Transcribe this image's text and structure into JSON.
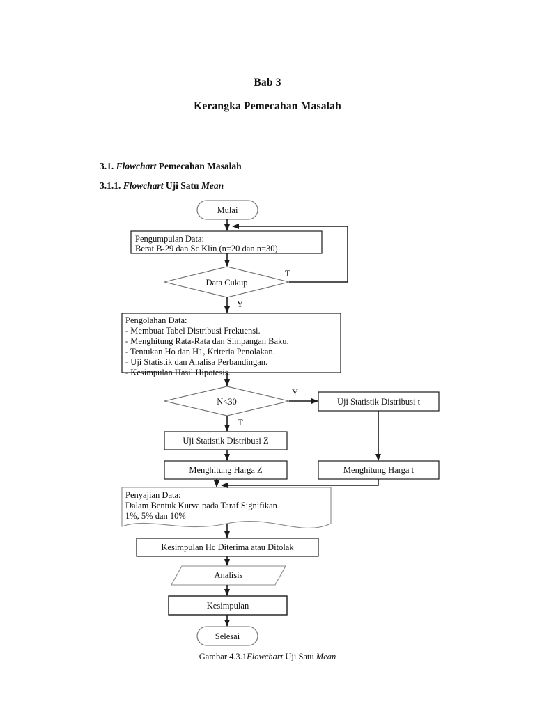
{
  "document": {
    "title_line1": "Bab 3",
    "title_line2": "Kerangka Pemecahan Masalah",
    "heading_31_number": "3.1.",
    "heading_31_italic": "Flowchart",
    "heading_31_rest": "Pemecahan Masalah",
    "heading_311_number": "3.1.1.",
    "heading_311_italic": "Flowchart",
    "heading_311_rest": "Uji Satu",
    "heading_311_italic2": "Mean",
    "caption_prefix": "Gambar 4.3.1",
    "caption_italic1": "Flowchart",
    "caption_mid": " Uji Satu ",
    "caption_italic2": "Mean"
  },
  "flowchart": {
    "start": {
      "label": "Mulai",
      "shape": "terminator"
    },
    "collect": {
      "line1": "Pengumpulan Data:",
      "line2": "Berat B-29 dan Sc Klin (n=20 dan n=30)",
      "shape": "process"
    },
    "decision_data": {
      "label": "Data Cukup",
      "shape": "decision",
      "branch_no": "T",
      "branch_yes": "Y"
    },
    "processing": {
      "title": "Pengolahan Data:",
      "items": [
        "- Membuat Tabel Distribusi Frekuensi.",
        "- Menghitung Rata-Rata dan Simpangan Baku.",
        "- Tentukan Ho dan H1, Kriteria Penolakan.",
        "- Uji Statistik dan Analisa Perbandingan.",
        "- Kesimpulan Hasil Hipotesis."
      ],
      "shape": "process"
    },
    "decision_n": {
      "label": "N<30",
      "shape": "decision",
      "branch_yes": "Y",
      "branch_no": "T"
    },
    "test_t": {
      "label": "Uji Statistik Distribusi t",
      "shape": "process"
    },
    "test_z": {
      "label": "Uji Statistik Distribusi Z",
      "shape": "process"
    },
    "calc_z": {
      "label": "Menghitung Harga Z",
      "shape": "process"
    },
    "calc_t": {
      "label": "Menghitung Harga t",
      "shape": "process"
    },
    "presentation": {
      "line1": "Penyajian Data:",
      "line2": "Dalam Bentuk Kurva pada Taraf Signifikan",
      "line3": "1%, 5% dan 10%",
      "shape": "document"
    },
    "conclusion_hc": {
      "label": "Kesimpulan Hc Diterima atau Ditolak",
      "shape": "process"
    },
    "analysis": {
      "label": "Analisis",
      "shape": "parallelogram"
    },
    "conclusion": {
      "label": "Kesimpulan",
      "shape": "process"
    },
    "end": {
      "label": "Selesai",
      "shape": "terminator"
    }
  },
  "colors": {
    "stroke_dark": "#1a1a1a",
    "stroke_gray": "#6b6b6b",
    "text": "#111111",
    "background": "#ffffff"
  }
}
